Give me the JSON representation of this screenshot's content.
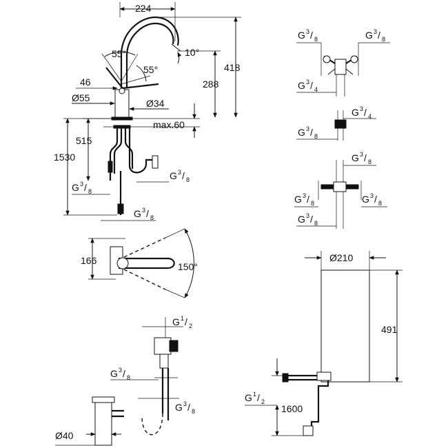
{
  "faucet": {
    "spout_reach": "224",
    "angle_left": "55°",
    "angle_right": "55°",
    "spout_tilt": "10°",
    "total_height": "418",
    "spout_height": "288",
    "dim_46": "46",
    "base_diameter": "Ø55",
    "hole_diameter": "Ø34",
    "max_thickness": "max.60",
    "dim_515": "515",
    "dim_1530": "1530",
    "conn_left": {
      "main": "G",
      "num": "3",
      "den": "8"
    },
    "conn_right": {
      "main": "G",
      "num": "3",
      "den": "8"
    },
    "conn_bottom": {
      "main": "G",
      "num": "3",
      "den": "8"
    }
  },
  "top_view": {
    "depth": "166",
    "swivel_angle": "150°"
  },
  "valve_assembly": {
    "inlet": {
      "main": "G",
      "num": "1",
      "den": "2"
    },
    "conn_mid": {
      "main": "G",
      "num": "3",
      "den": "8"
    },
    "conn_low": {
      "main": "G",
      "num": "3",
      "den": "8"
    },
    "siphon_diameter": "Ø40"
  },
  "fittings": {
    "tee_top_left": {
      "main": "G",
      "num": "3",
      "den": "8"
    },
    "tee_top_right": {
      "main": "G",
      "num": "3",
      "den": "8"
    },
    "tee_bottom": {
      "main": "G",
      "num": "3",
      "den": "4"
    },
    "adapter_top": {
      "main": "G",
      "num": "3",
      "den": "4"
    },
    "adapter_bottom": {
      "main": "G",
      "num": "3",
      "den": "8"
    },
    "cross_top": {
      "main": "G",
      "num": "3",
      "den": "8"
    },
    "cross_left": {
      "main": "G",
      "num": "3",
      "den": "8"
    },
    "cross_right": {
      "main": "G",
      "num": "3",
      "den": "8"
    },
    "cross_bottom": {
      "main": "G",
      "num": "3",
      "den": "8"
    }
  },
  "boiler": {
    "diameter": "Ø210",
    "height": "491",
    "inlet": {
      "main": "G",
      "num": "1",
      "den": "2"
    },
    "mount_height": "1600"
  }
}
